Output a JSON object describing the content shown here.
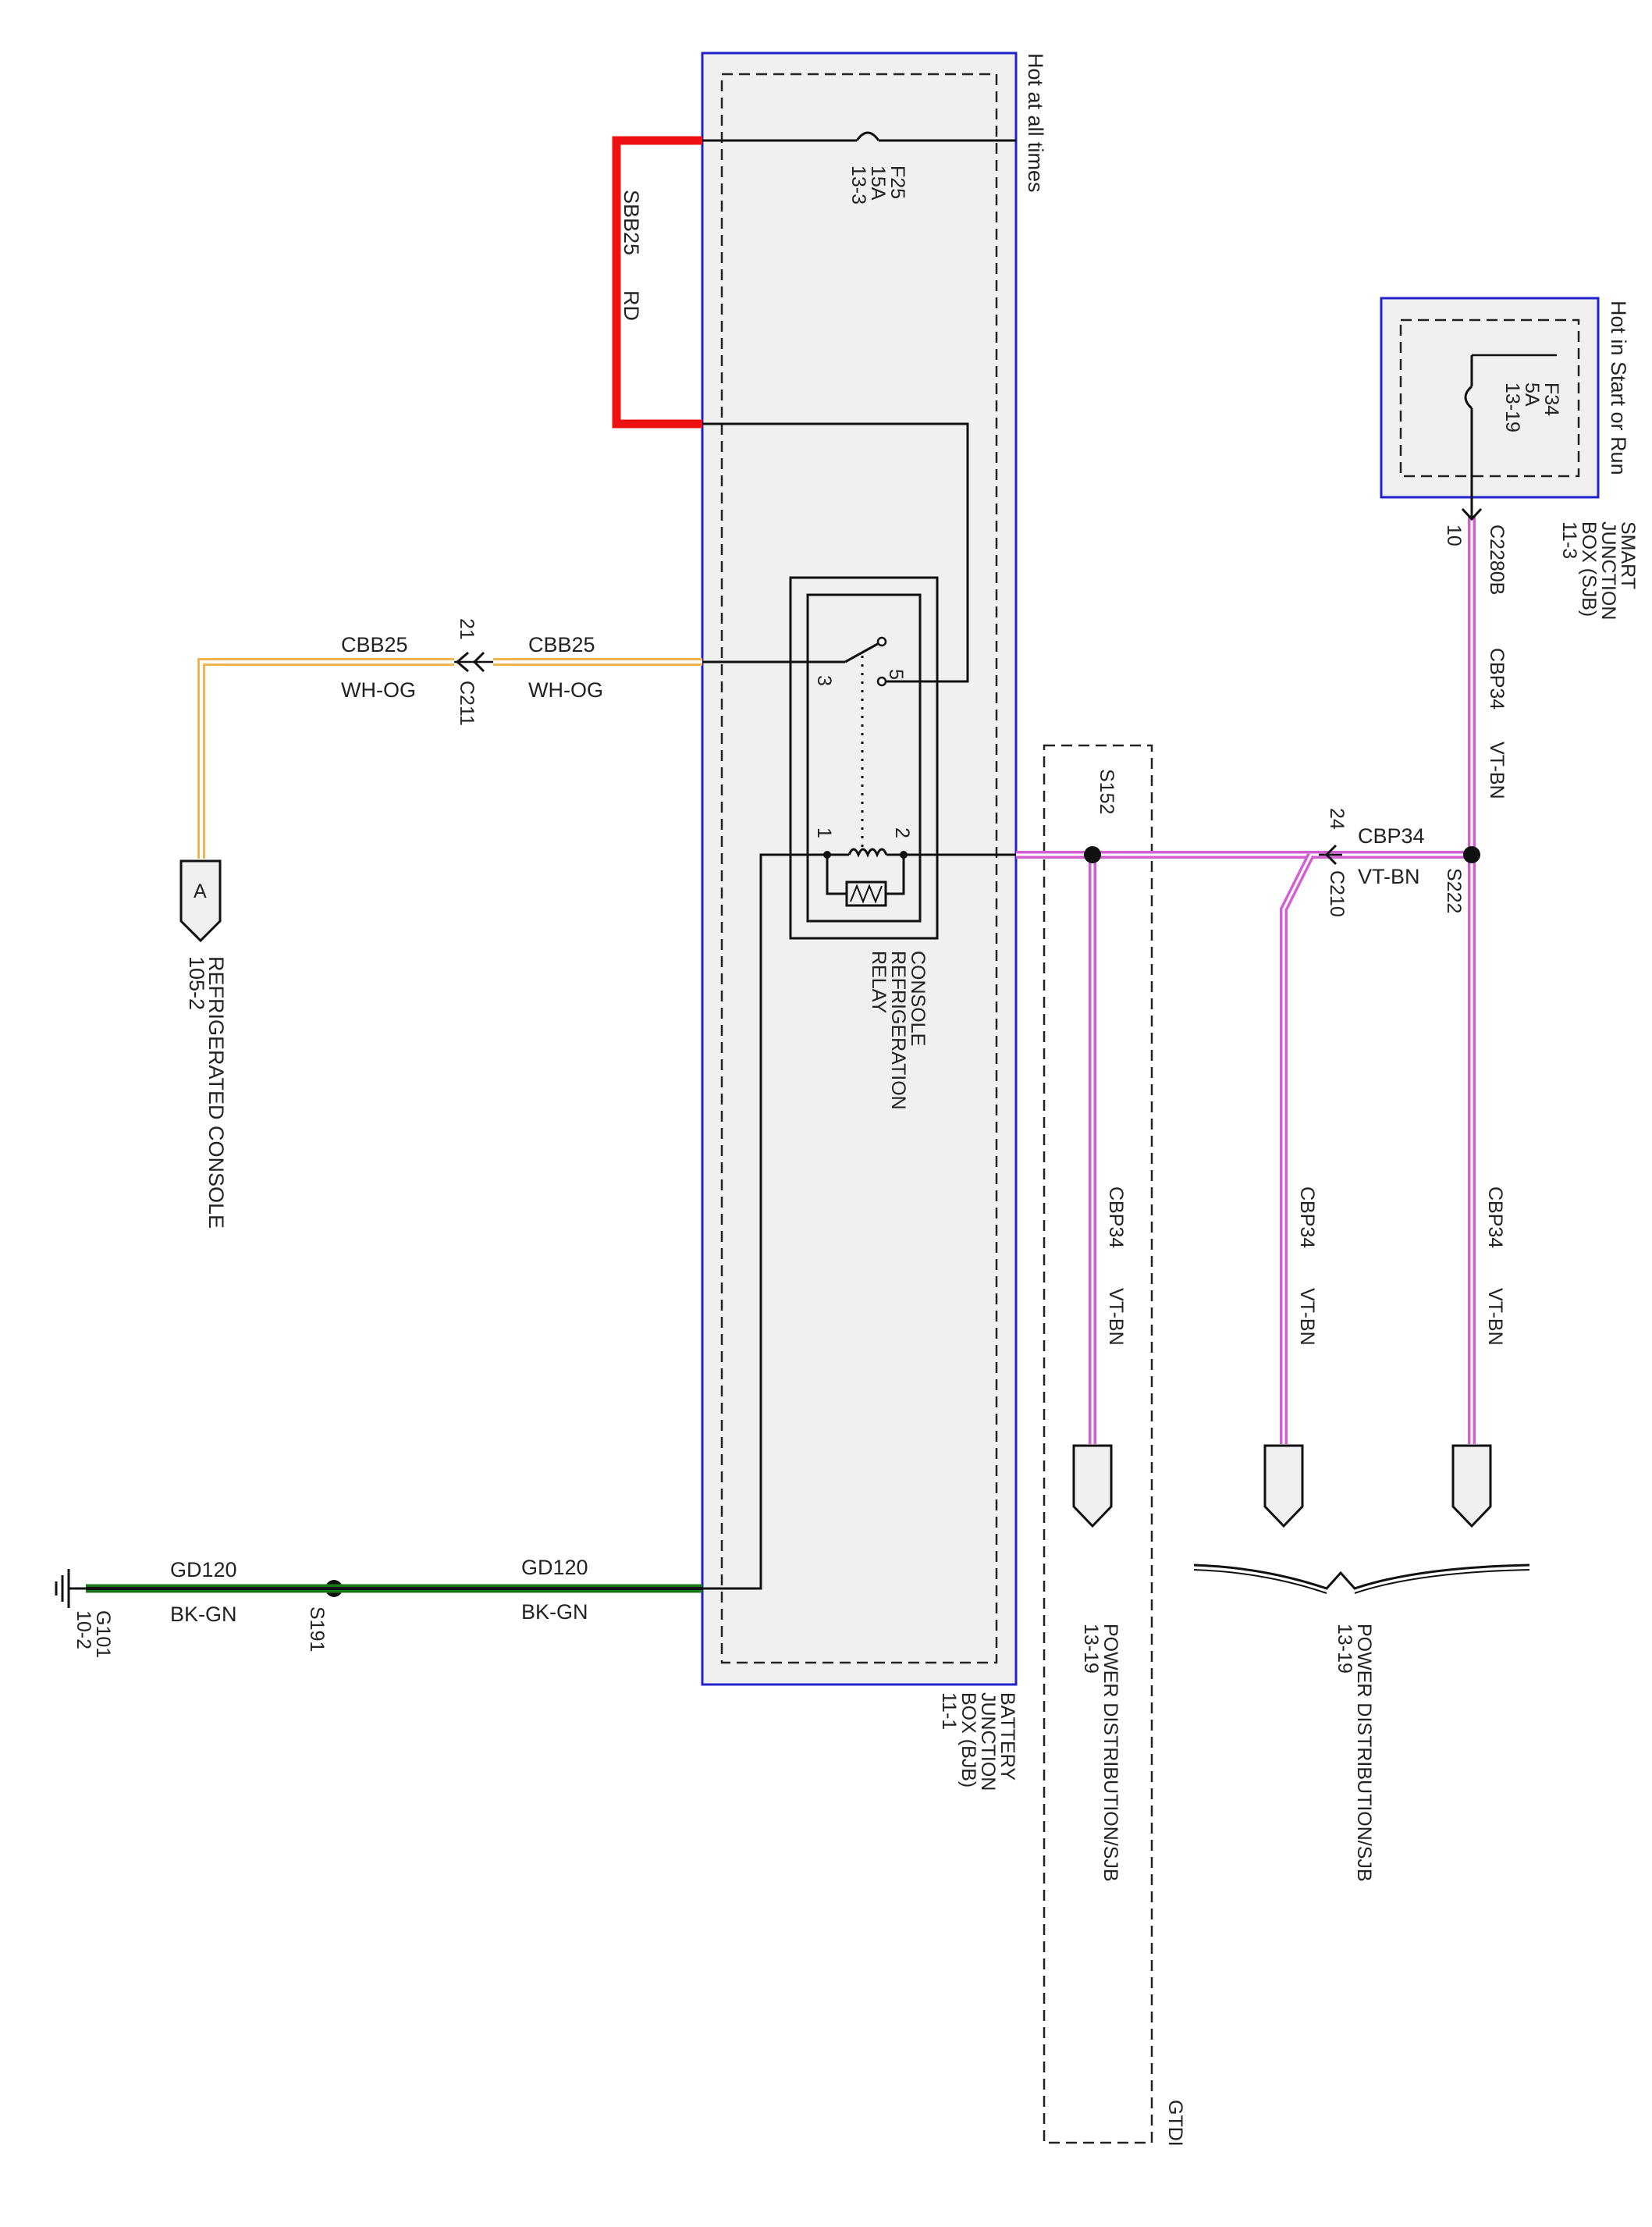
{
  "colors": {
    "red_wire": "#ee1111",
    "violet_wire": "#d35fd3",
    "orange_wire": "#f0b450",
    "green_wire": "#1a7a1a",
    "module_border": "#2222cc",
    "module_fill": "#f0f0f0",
    "black": "#111111"
  },
  "modules": {
    "bjb": {
      "name": "BATTERY JUNCTION BOX (BJB)",
      "lines": [
        "BATTERY",
        "JUNCTION",
        "BOX (BJB)",
        "11-1"
      ],
      "power_note": "Hot at all times"
    },
    "sjb": {
      "name": "SMART JUNCTION BOX (SJB)",
      "lines": [
        "SMART",
        "JUNCTION",
        "BOX (SJB)",
        "11-3"
      ],
      "power_note": "Hot in Start or Run"
    },
    "gtdi": {
      "label": "GTDI"
    }
  },
  "fuses": {
    "f25": {
      "lines": [
        "F25",
        "15A",
        "13-3"
      ]
    },
    "f34": {
      "lines": [
        "F34",
        "5A",
        "13-19"
      ]
    }
  },
  "relay": {
    "name_lines": [
      "CONSOLE",
      "REFRIGERATION",
      "RELAY"
    ],
    "pins": {
      "p1": "1",
      "p2": "2",
      "p3": "3",
      "p5": "5"
    }
  },
  "wires": {
    "sbb25": {
      "circuit": "SBB25",
      "color_code": "RD"
    },
    "cbb25_left": {
      "circuit": "CBB25",
      "color_code": "WH-OG"
    },
    "cbb25_right": {
      "circuit": "CBB25",
      "color_code": "WH-OG"
    },
    "cbp34_top": {
      "circuit": "CBP34",
      "color_code": "VT-BN"
    },
    "cbp34_mid": {
      "circuit": "CBP34",
      "color_code": "VT-BN"
    },
    "cbp34_d1": {
      "circuit": "CBP34",
      "color_code": "VT-BN"
    },
    "cbp34_d2": {
      "circuit": "CBP34",
      "color_code": "VT-BN"
    },
    "cbp34_d3": {
      "circuit": "CBP34",
      "color_code": "VT-BN"
    },
    "gd120_left": {
      "circuit": "GD120",
      "color_code": "BK-GN"
    },
    "gd120_right": {
      "circuit": "GD120",
      "color_code": "BK-GN"
    }
  },
  "connectors": {
    "c211": {
      "name": "C211",
      "pin": "21"
    },
    "c210": {
      "name": "C210",
      "pin": "24"
    },
    "c2280b": {
      "name": "C2280B",
      "pin": "10"
    }
  },
  "splices": {
    "s152": "S152",
    "s222": "S222",
    "s191": "S191"
  },
  "ground": {
    "name": "G101",
    "ref": "10-2"
  },
  "destinations": {
    "refrigerated_console": {
      "pin": "A",
      "lines": [
        "REFRIGERATED CONSOLE",
        "105-2"
      ]
    },
    "power_dist_1": {
      "lines": [
        "POWER DISTRIBUTION/SJB",
        "13-19"
      ]
    },
    "power_dist_2": {
      "lines": [
        "POWER DISTRIBUTION/SJB",
        "13-19"
      ]
    }
  }
}
